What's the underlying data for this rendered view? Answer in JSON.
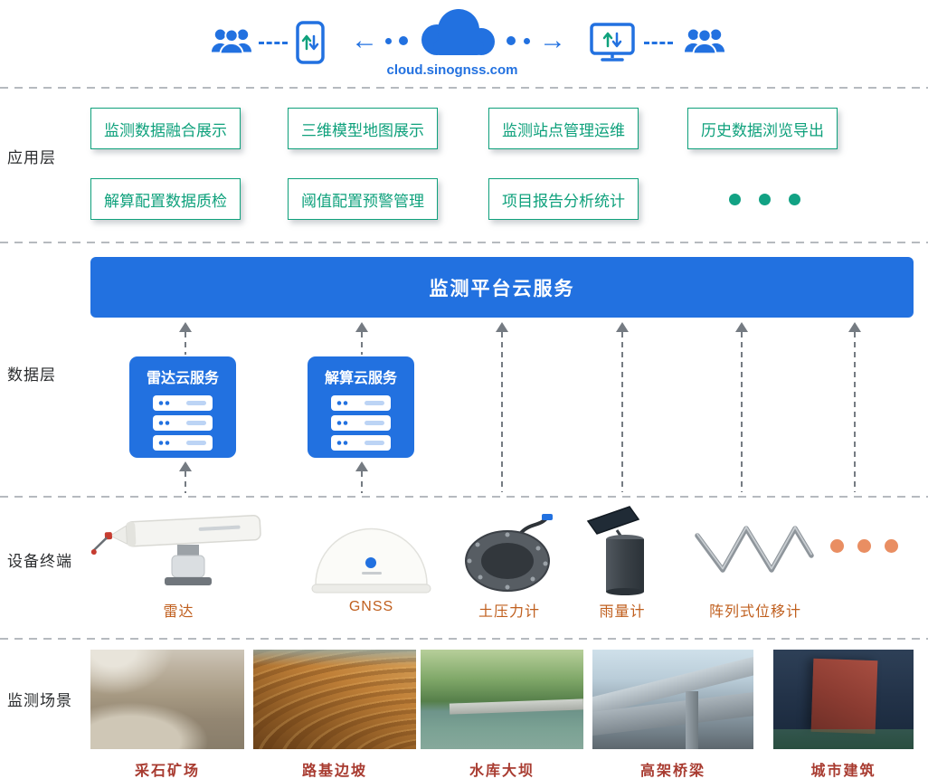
{
  "header": {
    "domain_label": "cloud.sinognss.com"
  },
  "layer_labels": {
    "application": "应用层",
    "data": "数据层",
    "device": "设备终端",
    "scene": "监测场景"
  },
  "application_layer": {
    "row1": [
      "监测数据融合展示",
      "三维模型地图展示",
      "监测站点管理运维",
      "历史数据浏览导出"
    ],
    "row2": [
      "解算配置数据质检",
      "阈值配置预警管理",
      "项目报告分析统计"
    ]
  },
  "data_layer": {
    "platform_banner": "监测平台云服务",
    "services": [
      {
        "label": "雷达云服务"
      },
      {
        "label": "解算云服务"
      }
    ]
  },
  "device_layer": {
    "devices": [
      {
        "label": "雷达"
      },
      {
        "label": "GNSS"
      },
      {
        "label": "土压力计"
      },
      {
        "label": "雨量计"
      },
      {
        "label": "阵列式位移计"
      }
    ]
  },
  "scene_layer": {
    "scenes": [
      {
        "label": "采石矿场"
      },
      {
        "label": "路基边坡"
      },
      {
        "label": "水库大坝"
      },
      {
        "label": "高架桥梁"
      },
      {
        "label": "城市建筑"
      }
    ]
  },
  "icons": {
    "left_terminal": "users-icon",
    "left_device": "smartphone-icon",
    "center": "cloud-icon",
    "right_device": "monitor-icon",
    "flow": "arrow-and-dots",
    "service": "server-stack-icon"
  },
  "colors": {
    "primary_blue": "#2271E0",
    "green": "#0FA17C",
    "device_label_orange": "#C05F1E",
    "scene_label_red": "#A83B30",
    "ellipsis_orange": "#E98E62",
    "arrow_gray": "#757B82"
  }
}
